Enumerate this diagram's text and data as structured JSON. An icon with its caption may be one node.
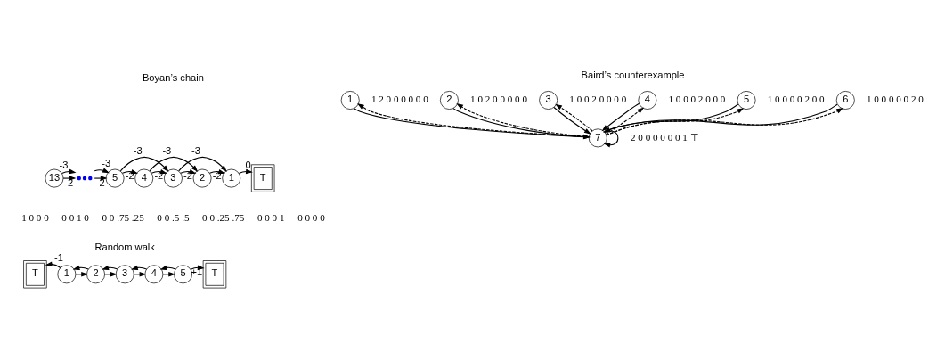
{
  "diagram": {
    "nodes": [
      {
        "text": [
          "13"
        ],
        "beside": [
          "1 0 0 0"
        ]
      },
      {
        "text": [],
        "shape": "dots"
      },
      {
        "text": [
          "5"
        ],
        "beside": [
          "0 0 1 0"
        ]
      },
      {
        "text": [
          "4"
        ],
        "beside": [
          "0 0 .75 .25"
        ]
      },
      {
        "text": [
          "3"
        ],
        "beside": [
          "0 0 .5 .5"
        ]
      },
      {
        "text": [
          "2"
        ],
        "beside": [
          "0 0 .25 .75"
        ]
      },
      {
        "text": [
          "1"
        ],
        "beside": [
          "0 0 0 1"
        ]
      },
      {
        "text": [
          "T"
        ],
        "beside": [
          "0 0 0 0"
        ]
      },
      {
        "text": [
          "T"
        ]
      },
      {
        "text": [
          "1"
        ]
      },
      {
        "text": [
          "2"
        ]
      },
      {
        "text": [
          "3"
        ]
      },
      {
        "text": [
          "4"
        ]
      },
      {
        "text": [
          "5"
        ]
      },
      {
        "text": [
          "T"
        ]
      },
      {
        "text": [
          "1"
        ],
        "beside": [
          "1 2 0 0 0 0 0 0"
        ]
      },
      {
        "text": [
          "2"
        ],
        "beside": [
          "1 0 2 0 0 0 0 0"
        ]
      },
      {
        "text": [
          "3"
        ],
        "beside": [
          "1 0 0 2 0 0 0 0"
        ]
      },
      {
        "text": [
          "4"
        ],
        "beside": [
          "1 0 0 0 2 0 0 0"
        ]
      },
      {
        "text": [
          "5"
        ],
        "beside": [
          "1 0 0 0 0 2 0 0"
        ]
      },
      {
        "text": [
          "6"
        ],
        "beside": [
          "1 0 0 0 0 0 2 0"
        ]
      },
      {
        "text": [
          "7"
        ],
        "beside": [
          "2 0 0 0 0 0 0 1 ⊤"
        ]
      }
    ],
    "edges": [
      {
        "from": 0,
        "to": 1,
        "arrow": "to",
        "label": "-2"
      },
      {
        "from": 1,
        "to": 2,
        "arrow": "to",
        "label": "-2"
      },
      {
        "from": 2,
        "to": 3,
        "arrow": "to",
        "label": "-2"
      },
      {
        "from": 3,
        "to": 4,
        "arrow": "to",
        "label": "-2"
      },
      {
        "from": 4,
        "to": 5,
        "arrow": "to",
        "label": "-2"
      },
      {
        "from": 5,
        "to": 6,
        "arrow": "to",
        "label": "-2"
      },
      {
        "from": 6,
        "to": 7,
        "arrow": "to",
        "label": "0"
      },
      {
        "from": 0,
        "to": 1,
        "arrow": "to",
        "label": "-3"
      },
      {
        "from": 1,
        "to": 2,
        "arrow": "to",
        "label": "-3"
      },
      {
        "from": 2,
        "to": 4,
        "arrow": "to",
        "label": "-3"
      },
      {
        "from": 3,
        "to": 5,
        "arrow": "to",
        "label": "-3"
      },
      {
        "from": 4,
        "to": 6,
        "arrow": "to",
        "label": "-3"
      },
      {
        "from": 9,
        "to": 8,
        "arrow": "to",
        "label": "-1"
      },
      {
        "from": 9,
        "to": 10,
        "arrow": "to"
      },
      {
        "from": 10,
        "to": 11,
        "arrow": "to"
      },
      {
        "from": 11,
        "to": 12,
        "arrow": "to"
      },
      {
        "from": 12,
        "to": 13,
        "arrow": "to"
      },
      {
        "from": 10,
        "to": 9,
        "arrow": "to"
      },
      {
        "from": 11,
        "to": 10,
        "arrow": "to"
      },
      {
        "from": 12,
        "to": 11,
        "arrow": "to"
      },
      {
        "from": 13,
        "to": 12,
        "arrow": "to"
      },
      {
        "from": 13,
        "to": 14,
        "arrow": "to",
        "label": "+1"
      },
      {
        "from": 15,
        "to": 21,
        "arrow": "to"
      },
      {
        "from": 16,
        "to": 21,
        "arrow": "to"
      },
      {
        "from": 17,
        "to": 21,
        "arrow": "to"
      },
      {
        "from": 18,
        "to": 21,
        "arrow": "to"
      },
      {
        "from": 19,
        "to": 21,
        "arrow": "to"
      },
      {
        "from": 20,
        "to": 21,
        "arrow": "to"
      },
      {
        "from": 21,
        "to": 15,
        "arrow": "to",
        "style": "dashed"
      },
      {
        "from": 21,
        "to": 16,
        "arrow": "to",
        "style": "dashed"
      },
      {
        "from": 21,
        "to": 17,
        "arrow": "to",
        "style": "dashed"
      },
      {
        "from": 21,
        "to": 18,
        "arrow": "to",
        "style": "dashed"
      },
      {
        "from": 21,
        "to": 19,
        "arrow": "to",
        "style": "dashed"
      },
      {
        "from": 21,
        "to": 20,
        "arrow": "to",
        "style": "dashed"
      },
      {
        "from": 21,
        "to": 21,
        "arrow": "to"
      }
    ],
    "labels": [
      "Boyan’s chain",
      "Random walk",
      "Baird’s counterexample"
    ]
  }
}
